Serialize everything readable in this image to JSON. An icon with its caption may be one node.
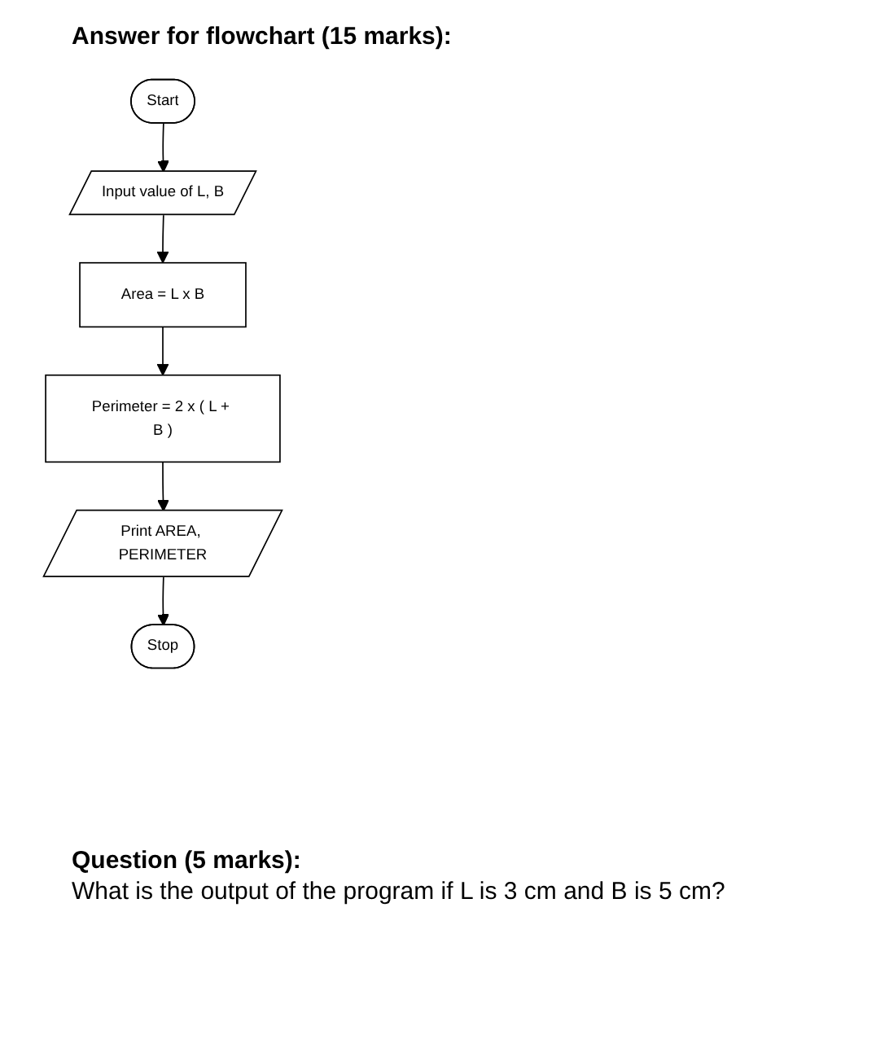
{
  "diagram": {
    "title": "Answer for flowchart (15 marks):",
    "nodes": [
      {
        "text": [
          "Start"
        ]
      },
      {
        "text": [
          "Input value of L, B"
        ]
      },
      {
        "text": [
          "Area = L x B"
        ]
      },
      {
        "text": [
          "Perimeter = 2 x ( L + B )"
        ]
      },
      {
        "text": [
          "Print AREA, PERIMETER"
        ]
      },
      {
        "text": [
          "Stop"
        ]
      }
    ],
    "edges": [
      {
        "from": 0,
        "to": 1,
        "arrow": "to"
      },
      {
        "from": 1,
        "to": 2,
        "arrow": "to"
      },
      {
        "from": 2,
        "to": 3,
        "arrow": "to"
      },
      {
        "from": 3,
        "to": 4,
        "arrow": "to"
      },
      {
        "from": 4,
        "to": 5,
        "arrow": "to"
      }
    ],
    "labels": [
      "Question (5 marks):",
      "What is the output of the program if L is 3 cm and B is 5 cm?"
    ]
  }
}
